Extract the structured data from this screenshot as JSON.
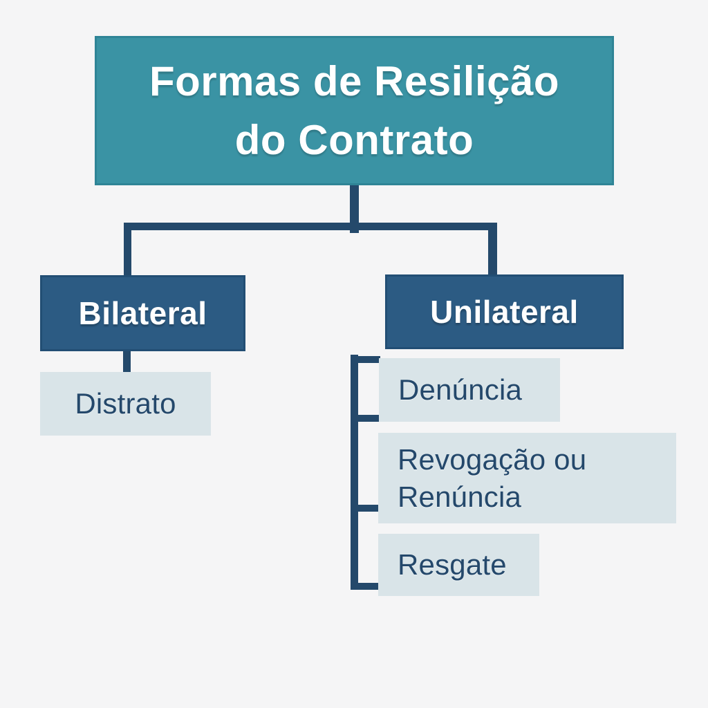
{
  "diagram": {
    "title": "Formas de Resilição do Contrato",
    "title_lines": [
      "Formas de Resilição",
      "do Contrato"
    ],
    "branches": [
      {
        "label": "Bilateral",
        "children": [
          {
            "label": "Distrato"
          }
        ]
      },
      {
        "label": "Unilateral",
        "children": [
          {
            "label": "Denúncia"
          },
          {
            "label": "Revogação ou Renúncia"
          },
          {
            "label": "Resgate"
          }
        ]
      }
    ]
  },
  "colors": {
    "background": "#f5f5f6",
    "root_box": "#3a93a4",
    "root_box_border": "#2f8496",
    "branch_box": "#2c5b83",
    "leaf_box": "#d9e4e8",
    "connector": "#24496b",
    "leaf_text": "#24486b",
    "box_text": "#ffffff"
  }
}
